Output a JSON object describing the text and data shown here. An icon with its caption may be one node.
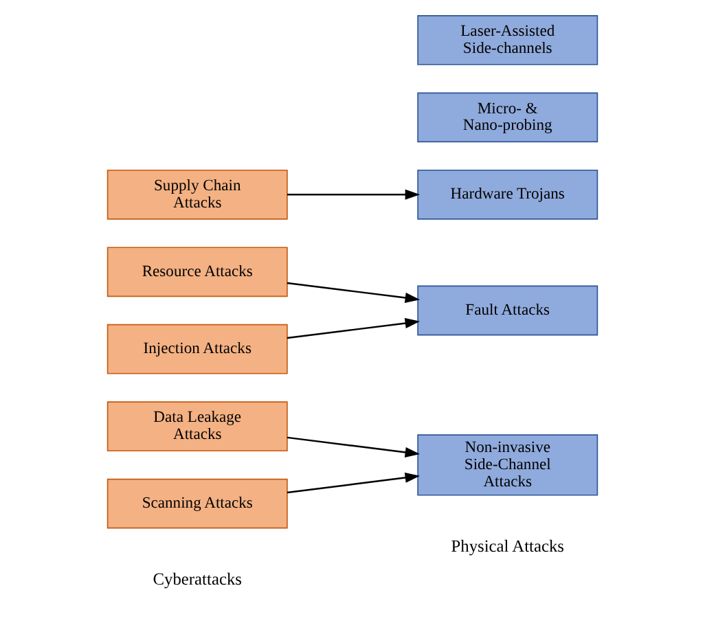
{
  "diagram": {
    "nodes": [
      {
        "text": [
          "Data Leakage Attacks"
        ]
      },
      {
        "text": [
          "Resource Attacks"
        ]
      },
      {
        "text": [
          "Injection Attacks"
        ]
      },
      {
        "text": [
          "Scanning Attacks"
        ]
      },
      {
        "text": [
          "Supply Chain Attacks"
        ]
      },
      {
        "text": [
          "Non-invasive Side-Channel Attacks"
        ]
      },
      {
        "text": [
          "Fault Attacks"
        ]
      },
      {
        "text": [
          "Hardware Trojans"
        ]
      },
      {
        "text": [
          "Micro- & Nano-probing"
        ]
      },
      {
        "text": [
          "Laser-Assisted Side-channels"
        ]
      }
    ],
    "edges": [
      {
        "from": 0,
        "to": 5,
        "arrow": "to"
      },
      {
        "from": 1,
        "to": 6,
        "arrow": "to"
      },
      {
        "from": 2,
        "to": 6,
        "arrow": "to"
      },
      {
        "from": 3,
        "to": 5,
        "arrow": "to"
      },
      {
        "from": 4,
        "to": 7,
        "arrow": "to"
      }
    ],
    "labels": [
      "Cyberattacks",
      "Physical Attacks"
    ]
  }
}
